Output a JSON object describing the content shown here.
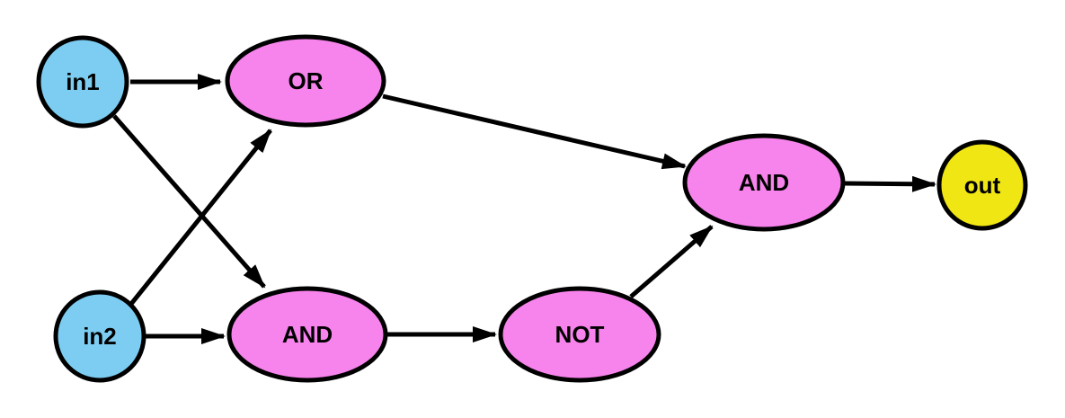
{
  "diagram": {
    "type": "directed-graph",
    "description": "Logic circuit diagram (XOR built from OR, AND, NOT gates)",
    "background_color": "#ffffff",
    "stroke_color": "#000000",
    "colors": {
      "input_node": "#7dcdf2",
      "gate_node": "#f784ec",
      "output_node": "#f0e614"
    },
    "nodes": [
      {
        "id": "in1",
        "label": "in1",
        "type": "input",
        "shape": "circle",
        "color": "#7dcdf2"
      },
      {
        "id": "in2",
        "label": "in2",
        "type": "input",
        "shape": "circle",
        "color": "#7dcdf2"
      },
      {
        "id": "or",
        "label": "OR",
        "type": "gate",
        "shape": "ellipse",
        "color": "#f784ec"
      },
      {
        "id": "and1",
        "label": "AND",
        "type": "gate",
        "shape": "ellipse",
        "color": "#f784ec"
      },
      {
        "id": "not",
        "label": "NOT",
        "type": "gate",
        "shape": "ellipse",
        "color": "#f784ec"
      },
      {
        "id": "and2",
        "label": "AND",
        "type": "gate",
        "shape": "ellipse",
        "color": "#f784ec"
      },
      {
        "id": "out",
        "label": "out",
        "type": "output",
        "shape": "circle",
        "color": "#f0e614"
      }
    ],
    "edges": [
      {
        "from": "in1",
        "to": "or",
        "style": "solid-arrow"
      },
      {
        "from": "in1",
        "to": "and1",
        "style": "solid-arrow"
      },
      {
        "from": "in2",
        "to": "or",
        "style": "solid-arrow"
      },
      {
        "from": "in2",
        "to": "and1",
        "style": "solid-arrow"
      },
      {
        "from": "or",
        "to": "and2",
        "style": "solid-arrow"
      },
      {
        "from": "and1",
        "to": "not",
        "style": "solid-arrow"
      },
      {
        "from": "not",
        "to": "and2",
        "style": "solid-arrow"
      },
      {
        "from": "and2",
        "to": "out",
        "style": "solid-arrow"
      }
    ]
  }
}
